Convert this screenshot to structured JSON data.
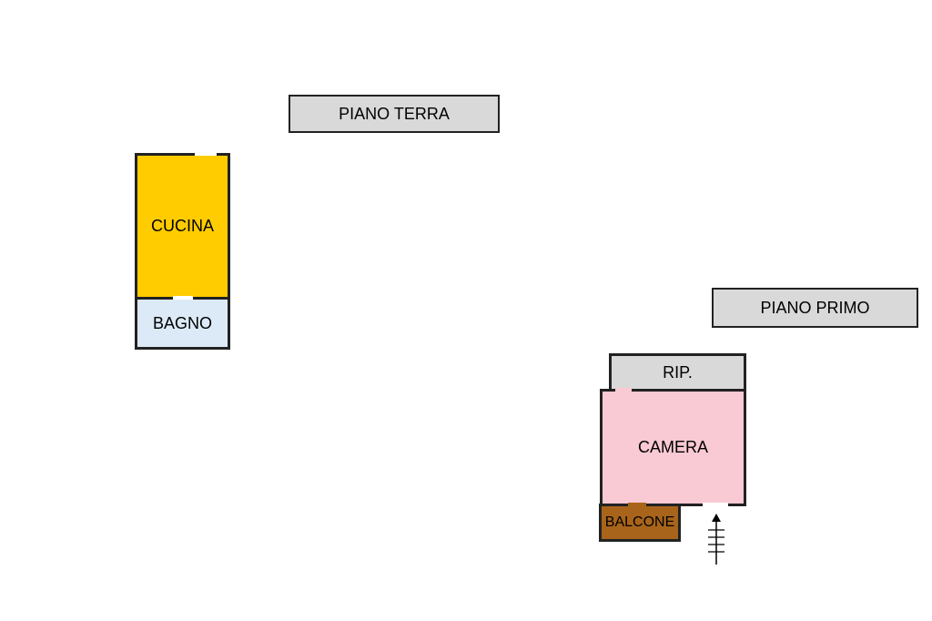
{
  "floors": {
    "ground": {
      "title": "PIANO TERRA",
      "rooms": {
        "kitchen": {
          "label": "CUCINA",
          "color": "#ffcc00"
        },
        "bathroom": {
          "label": "BAGNO",
          "color": "#dceaf7"
        }
      }
    },
    "first": {
      "title": "PIANO PRIMO",
      "rooms": {
        "storage": {
          "label": "RIP.",
          "color": "#d9d9d9"
        },
        "bedroom": {
          "label": "CAMERA",
          "color": "#f9c9d4"
        },
        "balcony": {
          "label": "BALCONE",
          "color": "#a8641a"
        }
      }
    }
  },
  "colors": {
    "wall": "#222222",
    "label_box": "#d9d9d9"
  },
  "icons": {
    "stairs": "stairs-arrow-icon"
  }
}
